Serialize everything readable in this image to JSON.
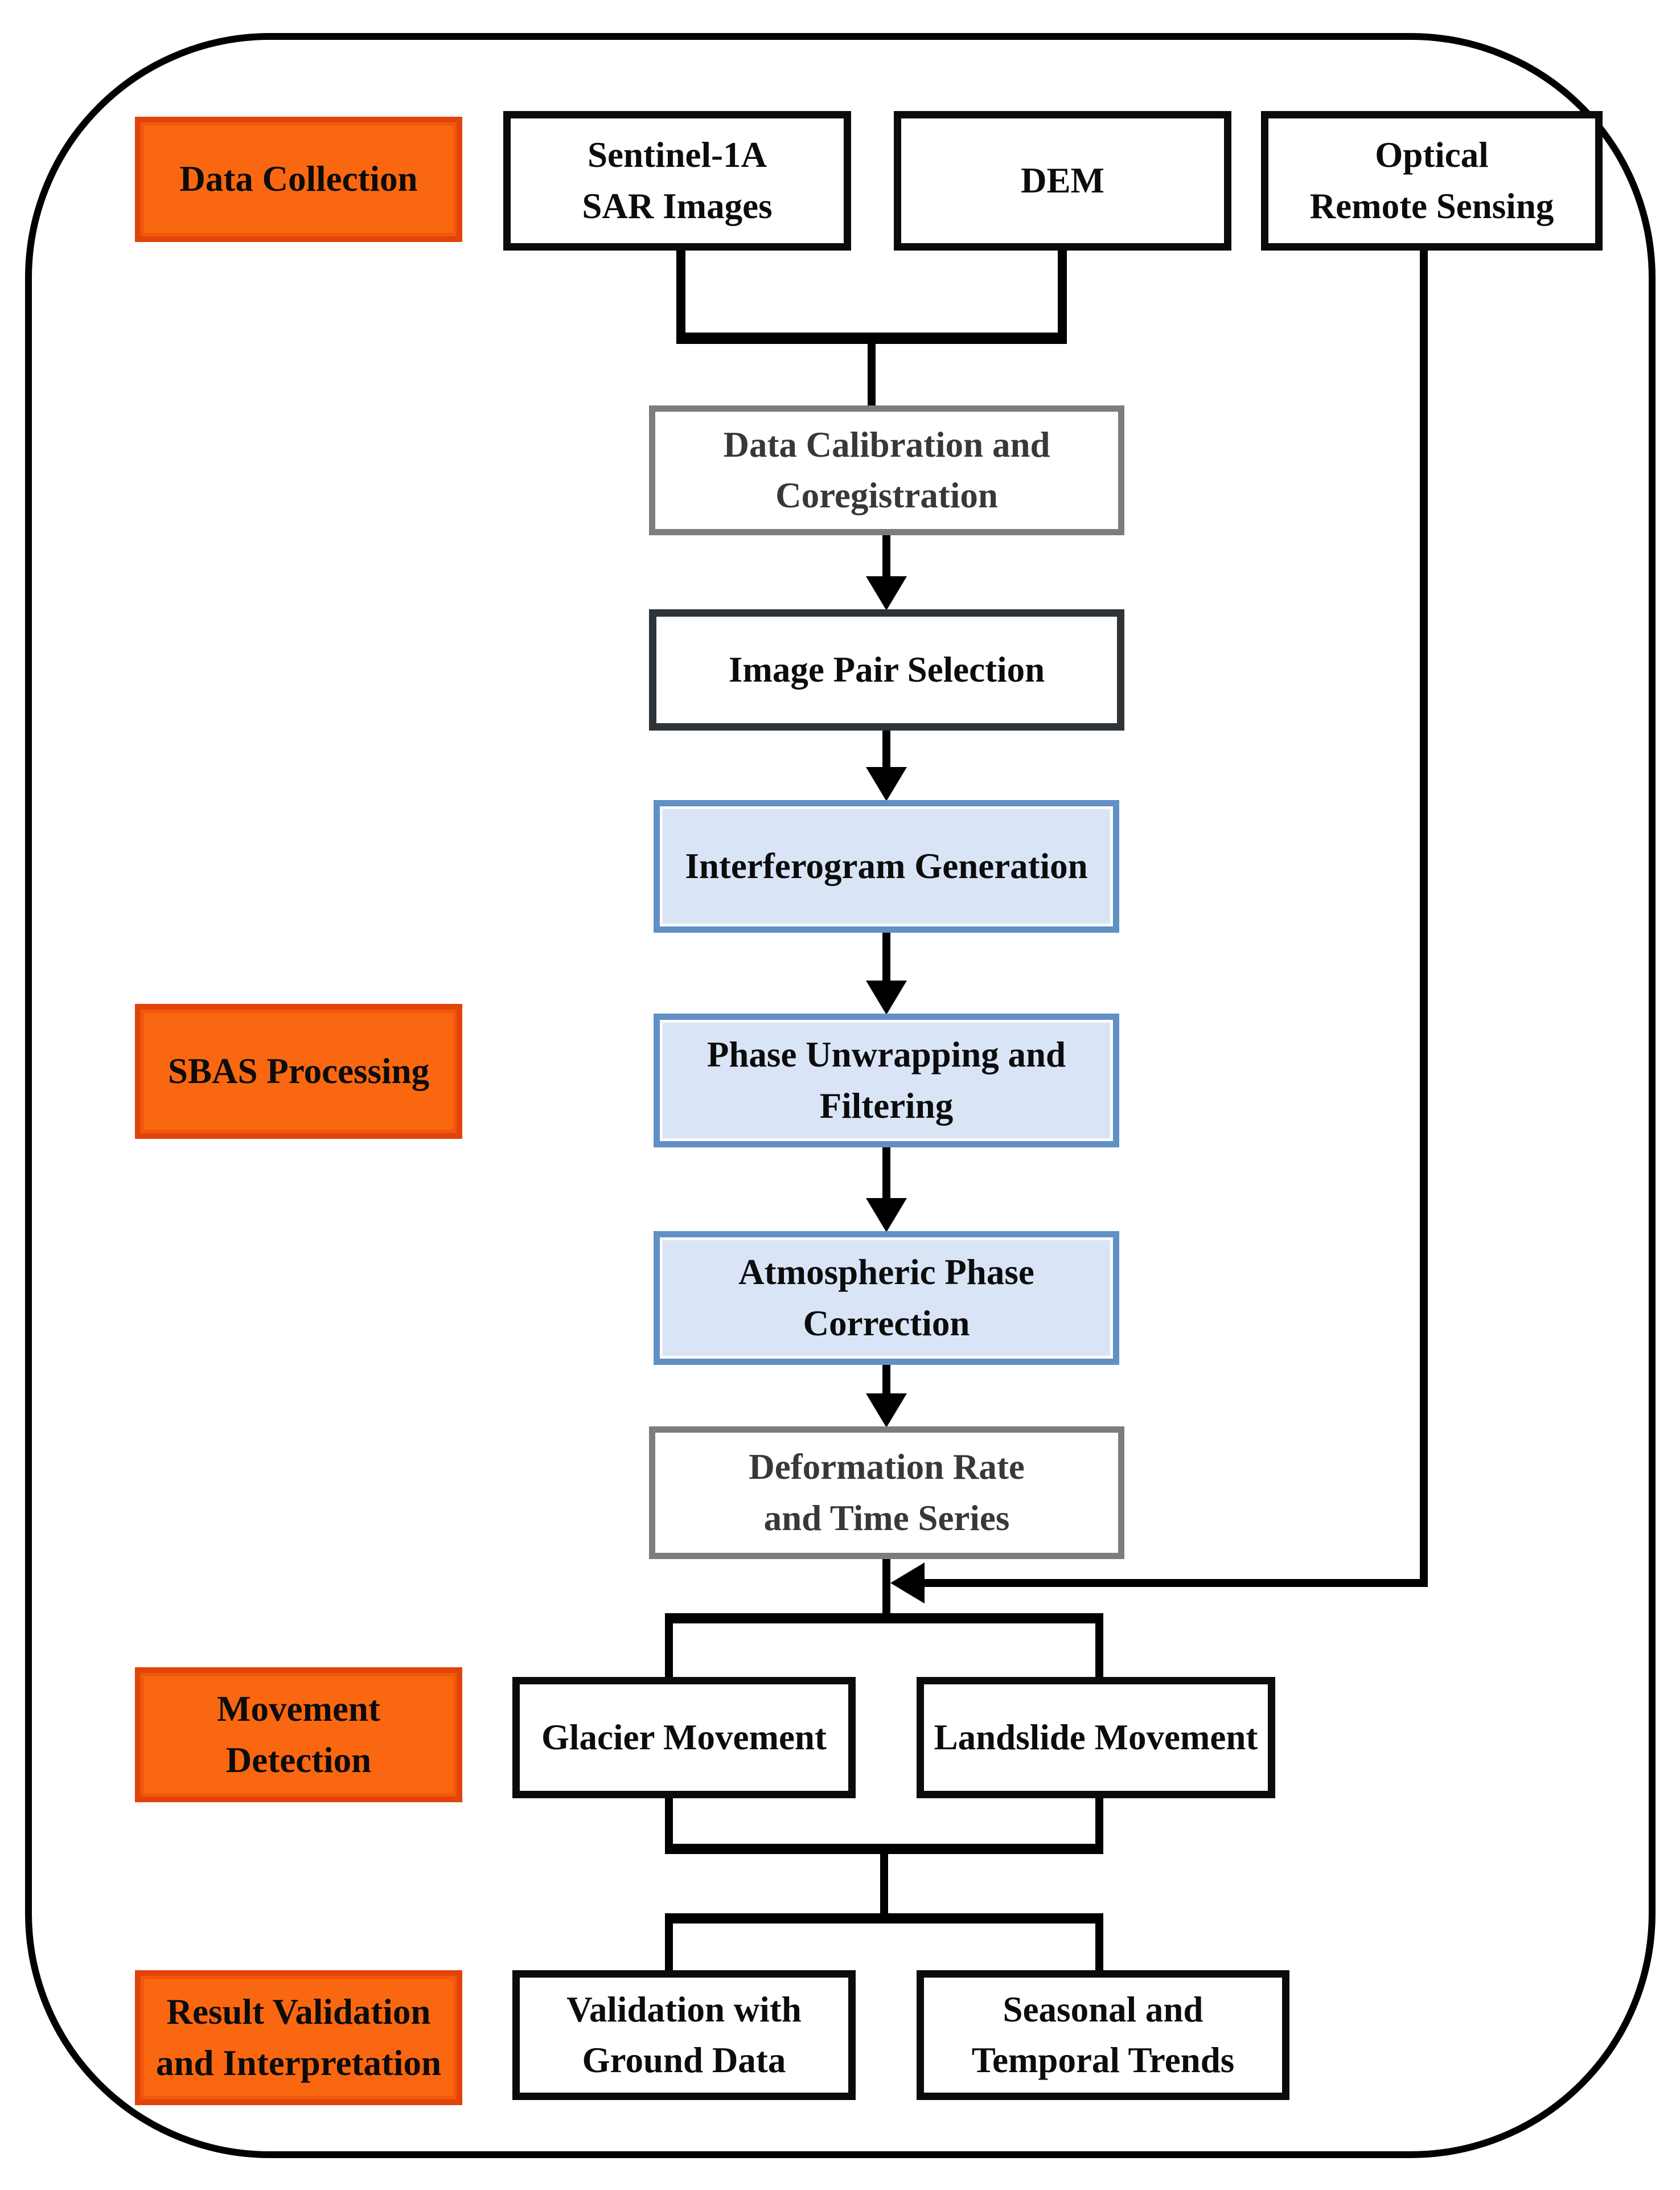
{
  "diagram": {
    "stages": {
      "data_collection": {
        "label": "Data Collection"
      },
      "sbas_processing": {
        "label": "SBAS Processing"
      },
      "movement_detection": {
        "label": "Movement\nDetection"
      },
      "result_validation": {
        "label": "Result Validation\nand Interpretation"
      }
    },
    "nodes": {
      "sentinel_sar": {
        "label": "Sentinel-1A\nSAR Images"
      },
      "dem": {
        "label": "DEM"
      },
      "optical_rs": {
        "label": "Optical\nRemote Sensing"
      },
      "data_calibration": {
        "label": "Data Calibration and\nCoregistration"
      },
      "image_pair_selection": {
        "label": "Image Pair Selection"
      },
      "interferogram_generation": {
        "label": "Interferogram Generation"
      },
      "phase_unwrapping": {
        "label": "Phase Unwrapping and\nFiltering"
      },
      "atmospheric_correction": {
        "label": "Atmospheric Phase\nCorrection"
      },
      "deformation_rate": {
        "label": "Deformation Rate\nand Time Series"
      },
      "glacier_movement": {
        "label": "Glacier Movement"
      },
      "landslide_movement": {
        "label": "Landslide Movement"
      },
      "validation_ground_data": {
        "label": "Validation with\nGround Data"
      },
      "seasonal_temporal_trends": {
        "label": "Seasonal and\nTemporal Trends"
      }
    },
    "colors": {
      "stage_fill": "#fa6711",
      "stage_border": "#e2430a",
      "process_fill": "#d9e5f6",
      "process_border": "#6090c5",
      "io_border": "#0b0b0b",
      "derived_border": "#7d7d7d",
      "derived_text": "#383838",
      "selection_border": "#2e3438",
      "connector": "#000000"
    }
  }
}
